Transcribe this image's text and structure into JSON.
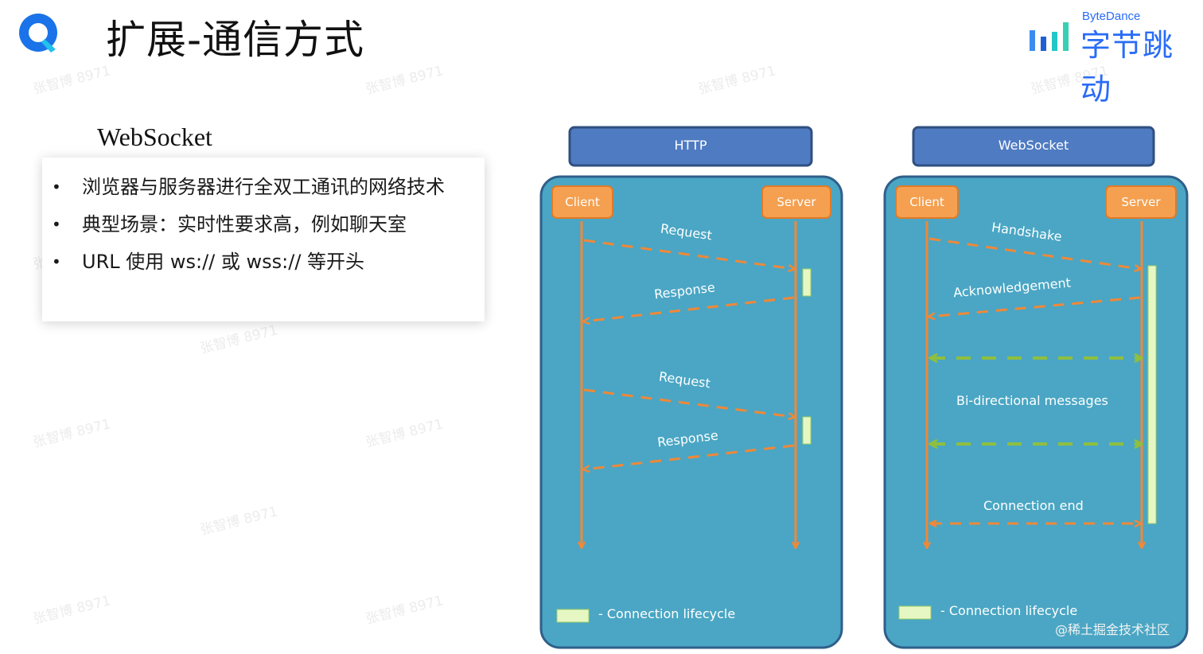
{
  "slide": {
    "title": "扩展-通信方式",
    "brand_en": "ByteDance",
    "brand_cn": "字节跳动",
    "watermark": "张智博 8971"
  },
  "content": {
    "heading": "WebSocket",
    "bullets": [
      "浏览器与服务器进行全双工通讯的网络技术",
      "典型场景：实时性要求高，例如聊天室",
      "URL 使用 ws:// 或 wss:// 等开头"
    ]
  },
  "http_diagram": {
    "header": "HTTP",
    "client": "Client",
    "server": "Server",
    "messages": [
      "Request",
      "Response",
      "Request",
      "Response"
    ],
    "legend": "- Connection lifecycle"
  },
  "ws_diagram": {
    "header": "WebSocket",
    "client": "Client",
    "server": "Server",
    "handshake": "Handshake",
    "ack": "Acknowledgement",
    "bidirectional": "Bi-directional messages",
    "end": "Connection end",
    "legend": "- Connection lifecycle"
  },
  "credit": "@稀土掘金技术社区",
  "colors": {
    "panel": "#4aa6c4",
    "panel_border": "#2f5f8a",
    "header_bg": "#4f7bc2",
    "node": "#f4a050",
    "arrow_orange": "#f08838",
    "arrow_green": "#8fbf3f",
    "lifecycle": "#e6f7c4",
    "brand_blue": "#2a6cf6"
  }
}
